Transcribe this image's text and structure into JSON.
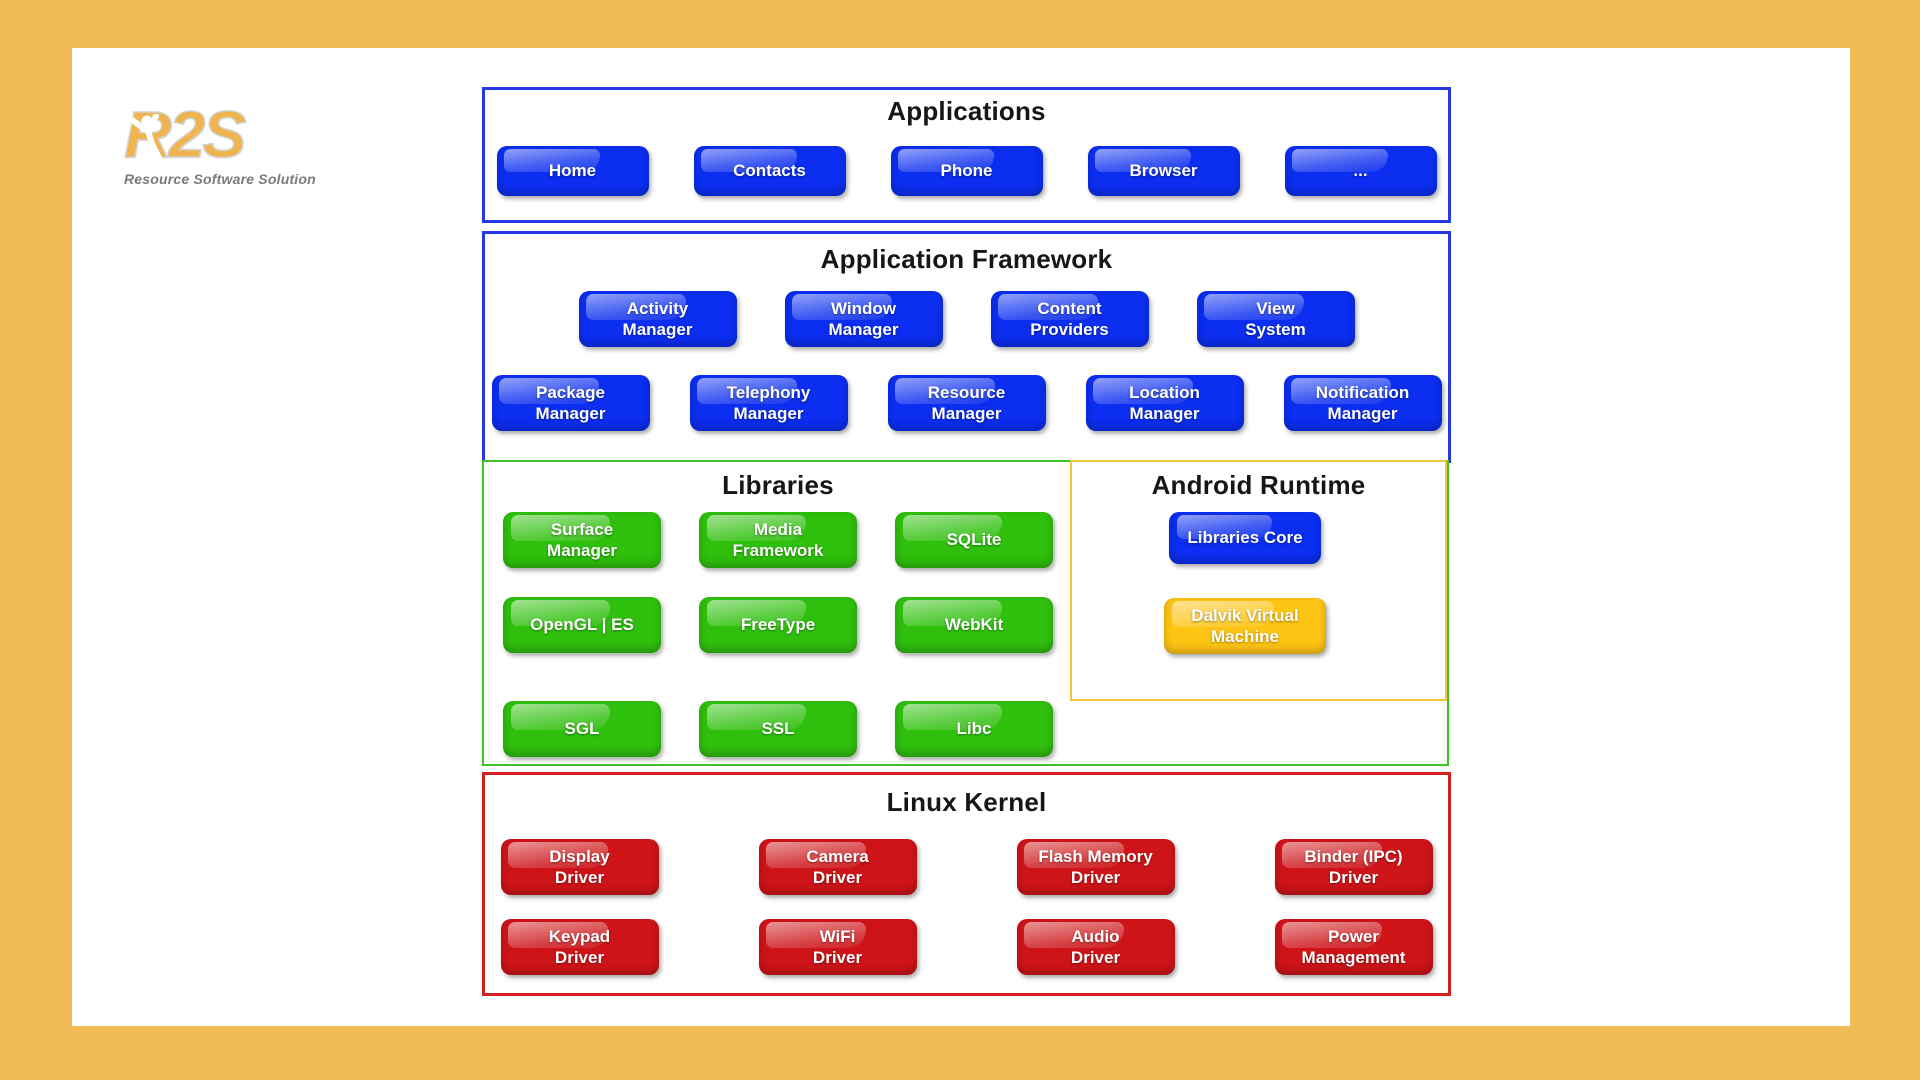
{
  "colors": {
    "background": "#F0BA55",
    "panel": "#FFFFFF",
    "blue": "#0B2EF0",
    "green": "#2FBF0D",
    "red": "#CE1418",
    "gold": "#FDC413",
    "blue-border": "#2438E6",
    "green-border": "#3EC32A",
    "gold-border": "#F2C53D",
    "red-border": "#D2201F",
    "gold-logo": "#EFB44E"
  },
  "logo": {
    "text": "R2S",
    "subtitle": "Resource Software Solution"
  },
  "applications": {
    "title": "Applications",
    "items": [
      "Home",
      "Contacts",
      "Phone",
      "Browser",
      "..."
    ]
  },
  "framework": {
    "title": "Application Framework",
    "row1": [
      "Activity\nManager",
      "Window\nManager",
      "Content\nProviders",
      "View\nSystem"
    ],
    "row2": [
      "Package\nManager",
      "Telephony\nManager",
      "Resource\nManager",
      "Location\nManager",
      "Notification\nManager"
    ]
  },
  "libraries": {
    "title": "Libraries",
    "row1": [
      "Surface\nManager",
      "Media\nFramework",
      "SQLite"
    ],
    "row2": [
      "OpenGL | ES",
      "FreeType",
      "WebKit"
    ],
    "row3": [
      "SGL",
      "SSL",
      "Libc"
    ]
  },
  "runtime": {
    "title": "Android Runtime",
    "libraries_core": "Libraries Core",
    "dalvik": "Dalvik Virtual\nMachine"
  },
  "kernel": {
    "title": "Linux Kernel",
    "row1": [
      "Display\nDriver",
      "Camera\nDriver",
      "Flash Memory\nDriver",
      "Binder (IPC)\nDriver"
    ],
    "row2": [
      "Keypad\nDriver",
      "WiFi\nDriver",
      "Audio\nDriver",
      "Power\nManagement"
    ]
  }
}
